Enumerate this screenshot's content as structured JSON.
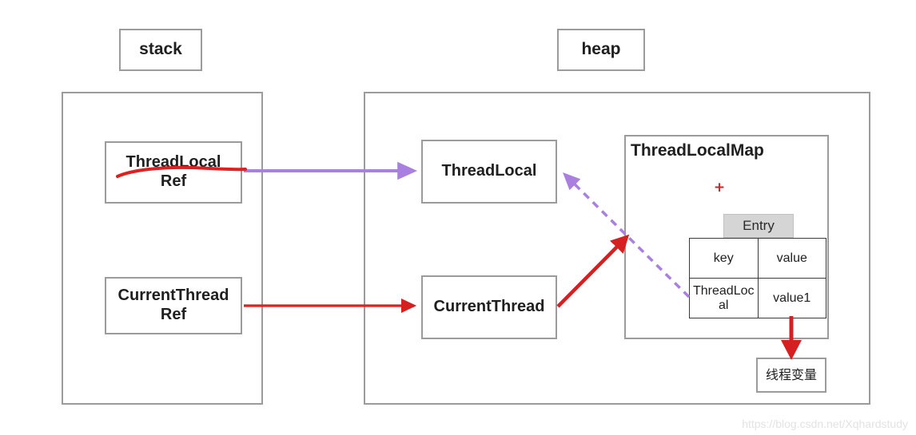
{
  "diagram": {
    "title": "ThreadLocal memory model",
    "regions": {
      "stack_label": "stack",
      "heap_label": "heap"
    },
    "stack_boxes": [
      {
        "id": "threadlocal-ref",
        "label": "ThreadLocal Ref",
        "line1": "ThreadLocal",
        "line2": "Ref",
        "struck_through": "true"
      },
      {
        "id": "currentthread-ref",
        "label": "CurrentThread Ref",
        "line1": "CurrentThread",
        "line2": "Ref",
        "struck_through": "false"
      }
    ],
    "heap_boxes": [
      {
        "id": "threadlocal",
        "label": "ThreadLocal"
      },
      {
        "id": "currentthread",
        "label": "CurrentThread"
      }
    ],
    "threadlocalmap": {
      "title": "ThreadLocalMap",
      "plus_marker": "+",
      "entry_tab": "Entry",
      "table": {
        "headers": [
          "key",
          "value"
        ],
        "rows": [
          [
            "ThreadLocal",
            "value1"
          ]
        ]
      }
    },
    "thread_variable_box": "线程变量",
    "arrows": [
      {
        "name": "threadlocalref-to-threadlocal",
        "style": "solid",
        "color": "#a97fe0"
      },
      {
        "name": "threadlocal-key-to-threadlocal",
        "style": "dashed",
        "color": "#a97fe0"
      },
      {
        "name": "currentthreadref-to-currentthread",
        "style": "solid",
        "color": "#e02020"
      },
      {
        "name": "currentthread-to-threadlocalmap",
        "style": "solid",
        "color": "#d42020"
      },
      {
        "name": "value1-to-thread-variable",
        "style": "solid",
        "color": "#d42020"
      }
    ],
    "colors": {
      "purple": "#a97fe0",
      "red": "#d42020",
      "border_gray": "#9b9b9b",
      "entry_header_gray": "#d5d5d5"
    },
    "watermark": "https://blog.csdn.net/Xqhardstudy"
  }
}
